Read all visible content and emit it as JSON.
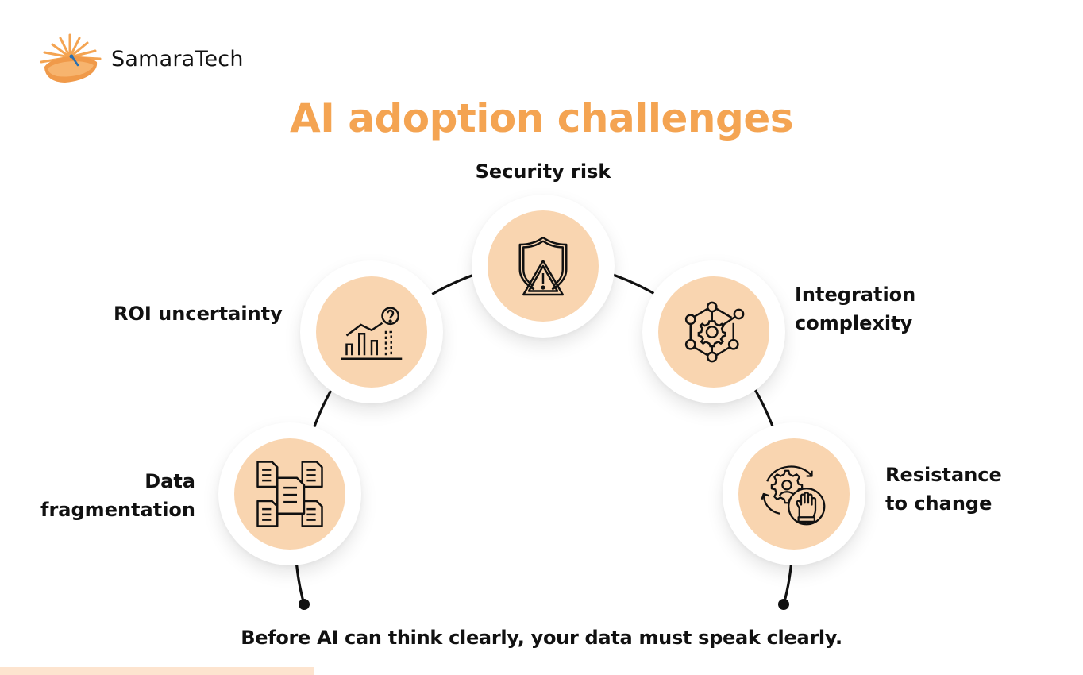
{
  "brand": {
    "name": "SamaraTech",
    "logo_icon": "sun-boat-logo-icon"
  },
  "title": "AI adoption challenges",
  "colors": {
    "accent": "#f4a452",
    "node_fill": "#f9d5b0",
    "node_ring": "#ffffff",
    "line": "#111111",
    "footer_bar": "#fde4cf"
  },
  "challenges": [
    {
      "label_lines": [
        "Data",
        "fragmentation"
      ],
      "icon": "documents-scattered-icon"
    },
    {
      "label_lines": [
        "ROI uncertainty"
      ],
      "icon": "chart-question-icon"
    },
    {
      "label_lines": [
        "Security risk"
      ],
      "icon": "shield-warning-icon"
    },
    {
      "label_lines": [
        "Integration",
        "complexity"
      ],
      "icon": "gear-network-icon"
    },
    {
      "label_lines": [
        "Resistance",
        "to change"
      ],
      "icon": "gear-hand-stop-icon"
    }
  ],
  "tagline": "Before AI can think clearly, your data must speak clearly."
}
